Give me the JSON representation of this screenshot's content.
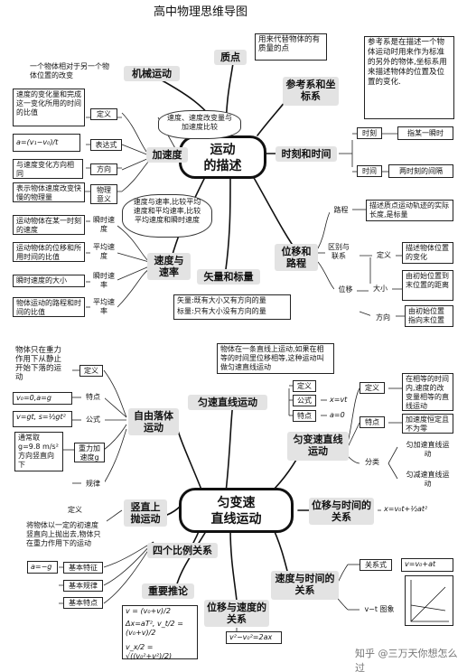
{
  "title": "高中物理思维导图",
  "watermark": "知乎 @三万天你想怎么过",
  "upper": {
    "center": [
      "运动",
      "的描述"
    ],
    "zhidian": {
      "label": "质点",
      "def": "用来代替物体的有质量的点"
    },
    "jixie": {
      "label": "机械运动",
      "def": "一个物体相对于另一个物体位置的改变"
    },
    "cankaoxi": {
      "label": "参考系和坐标系",
      "def": "参考系是在描述一个物体运动时用来作为标准的另外的物体,坐标系用来描述物体的位置及位置的变化."
    },
    "jiasudu": {
      "label": "加速度",
      "cloud": "速度、速度改变量与加速度比较",
      "dingyi": {
        "label": "定义",
        "text": "速度的变化量和完成这一变化所用的时间的比值"
      },
      "biaodashi": {
        "label": "表达式",
        "formula": "a=(v₁−v₀)/t"
      },
      "fangxiang": {
        "label": "方向",
        "text": "与速度变化方向相同"
      },
      "wulimyi": {
        "label": "物理意义",
        "text": "表示物体速度改变快慢的物理量"
      }
    },
    "shike": {
      "label": "时刻和时间",
      "shike": "时刻",
      "shike_def": "指某一瞬时",
      "shijian": "时间",
      "shijian_def": "两时刻的间隔"
    },
    "sudu": {
      "label": "速度与速率",
      "cloud": "速度与速率,比较平均速度和平均速率,比较平均速度和瞬时速度",
      "shunshi_sudu": {
        "label": "瞬时速度",
        "text": "运动物体在某一时刻的速度"
      },
      "pingjun_sudu": {
        "label": "平均速度",
        "text": "运动物体的位移和所用时间的比值"
      },
      "shunshi_sulv": {
        "label": "瞬时速率",
        "text": "瞬时速度的大小"
      },
      "pingjun_sulv": {
        "label": "平均速率",
        "text": "物体运动的路程和时间的比值"
      }
    },
    "weiyi": {
      "label": "位移和路程",
      "lucheng": "路程",
      "lucheng_def": "描述质点运动轨迹的实际长度,是标量",
      "qubie": "区别与联系",
      "weiyi": "位移",
      "dingyi": "定义",
      "dingyi_def": "描述物体位置的变化",
      "daxiao": "大小",
      "daxiao_def": "由初始位置到末位置的距离",
      "fangxiang": "方向",
      "fangxiang_def": "由初始位置指向末位置"
    },
    "shiliang": {
      "label": "矢量和标量",
      "vec": "矢量:既有大小又有方向的量",
      "sca": "标量:只有大小没有方向的量"
    }
  },
  "lower": {
    "center": [
      "匀变速",
      "直线运动"
    ],
    "ziyou": {
      "label": "自由落体运动",
      "dingyi": "定义",
      "dingyi_def": "物体只在重力作用下从静止开始下落的运动",
      "tedian": "特点",
      "tedian_def": "v₀=0,a=g",
      "gongshi": "公式",
      "gongshi_def": "v=gt, s=½gt²",
      "zhongli": "重力加速度g",
      "zhongli_def": "通常取g=9.8 m/s² 方向竖直向下",
      "guilv": "规律"
    },
    "yunsu": {
      "label": "匀速直线运动",
      "def": "物体在一条直线上运动,如果在相等的时间里位移相等,这种运动叫做匀速直线运动",
      "dingyi": "定义",
      "gongshi": "公式",
      "gongshi_def": "x=vt",
      "tedian": "特点",
      "tedian_def": "a=0"
    },
    "yunbian": {
      "label": "匀变速直线运动",
      "dingyi": "定义",
      "dingyi_def": "在相等的时间内,速度的改变量相等的直线运动",
      "tedian": "特点",
      "tedian_def": "加速度恒定且不为零",
      "fenlei": "分类",
      "jia": "匀加速直线运动",
      "jian": "匀减速直线运动"
    },
    "weiyishijian": {
      "label": "位移与时间的关系",
      "formula": "x=v₀t+½at²"
    },
    "shuzhi": {
      "label": "竖直上抛运动",
      "dingyi": "定义",
      "def": "将物体以一定的初速度竖直向上抛出去,物体只在重力作用下的运动"
    },
    "sige": "四个比例关系",
    "jiben": {
      "tezheng": "基本特征",
      "tezheng_def": "a=−g",
      "guilv": "基本规律",
      "tedian": "基本特点"
    },
    "zhongyao": {
      "label": "重要推论",
      "f1": "v = (v₀+v)/2",
      "f2": "Δx=aT², v_t/2 = (v₀+v)/2",
      "f3": "v_x/2 = √((v₀²+v²)/2)"
    },
    "sudushijian": {
      "label": "速度与时间的关系",
      "guanxi": "关系式",
      "guanxi_def": "v=v₀+at",
      "tuxiang": "v−t 图象"
    },
    "weiyisudu": {
      "label": "位移与速度的关系",
      "formula": "v²−v₀²=2ax"
    }
  }
}
